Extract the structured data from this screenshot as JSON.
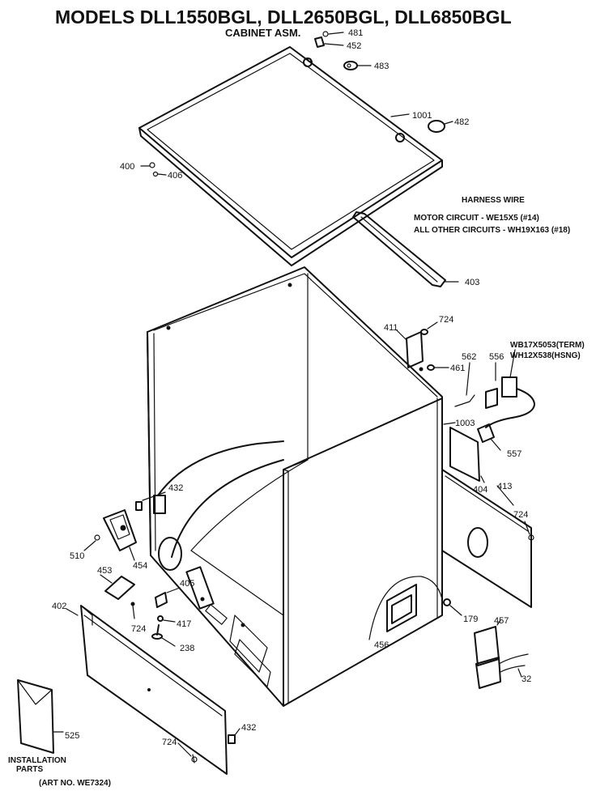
{
  "title": "MODELS DLL1550BGL, DLL2650BGL, DLL6850BGL",
  "subtitle": "CABINET ASM.",
  "harness": {
    "heading": "HARNESS WIRE",
    "motor_circuit": "MOTOR CIRCUIT - WE15X5 (#14)",
    "other_circuits": "ALL OTHER CIRCUITS - WH19X163 (#18)"
  },
  "callouts": {
    "p481": "481",
    "p452": "452",
    "p483": "483",
    "p1001": "1001",
    "p482": "482",
    "p400": "400",
    "p406": "406",
    "p403": "403",
    "p724_top": "724",
    "p411": "411",
    "p461": "461",
    "p562": "562",
    "p556": "556",
    "wb_term": "WB17X5053(TERM)",
    "wh_hsng": "WH12X538(HSNG)",
    "p1003": "1003",
    "p557": "557",
    "p404": "404",
    "p413": "413",
    "p724_right": "724",
    "p432_left": "432",
    "p510": "510",
    "p454": "454",
    "p453": "453",
    "p405": "405",
    "p724_mid": "724",
    "p417": "417",
    "p238": "238",
    "p402": "402",
    "p179": "179",
    "p457": "457",
    "p456": "456",
    "p32": "32",
    "p432_bottom": "432",
    "p724_bottom": "724",
    "p525": "525"
  },
  "installation": {
    "line1": "INSTALLATION",
    "line2": "PARTS",
    "art": "(ART NO. WE7324)"
  }
}
